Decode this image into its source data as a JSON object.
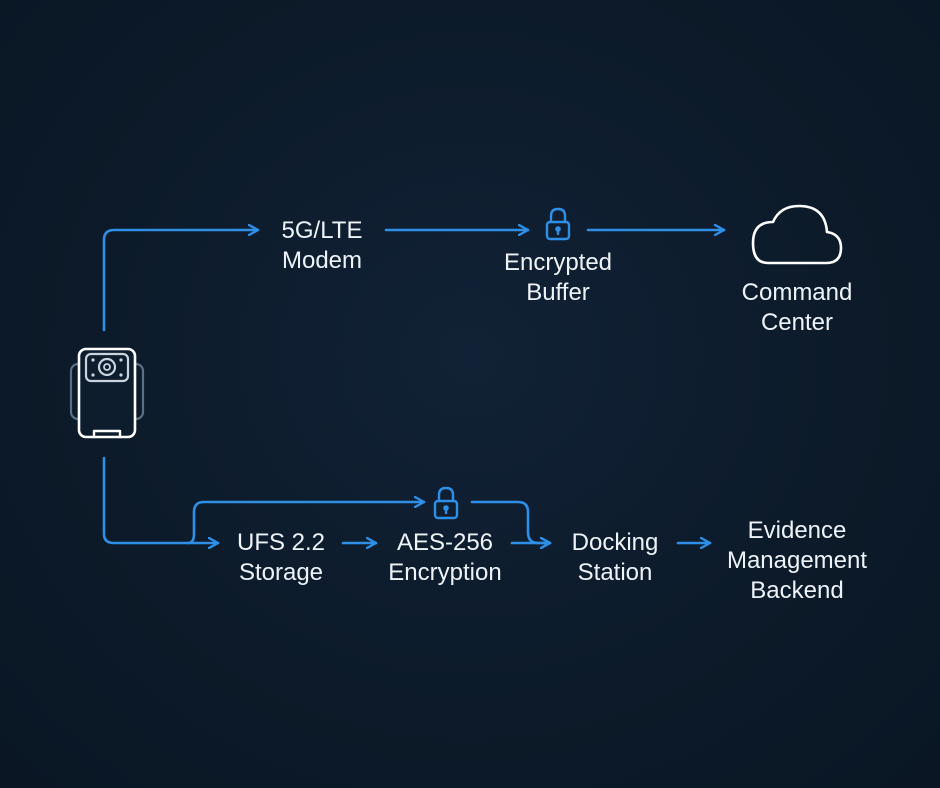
{
  "colors": {
    "background": "#0d1b2a",
    "flow_line": "#2f8fe6",
    "icon_stroke": "#ffffff",
    "text": "#eef3f8"
  },
  "icons": {
    "source": "body-camera-icon",
    "lock": "lock-icon",
    "destination": "cloud-icon"
  },
  "nodes": {
    "modem": {
      "line1": "5G/LTE",
      "line2": "Modem"
    },
    "buffer": {
      "line1": "Encrypted",
      "line2": "Buffer"
    },
    "command_center": {
      "line1": "Command",
      "line2": "Center"
    },
    "storage": {
      "line1": "UFS 2.2",
      "line2": "Storage"
    },
    "encryption": {
      "line1": "AES-256",
      "line2": "Encryption"
    },
    "docking": {
      "line1": "Docking",
      "line2": "Station"
    },
    "backend": {
      "line1": "Evidence",
      "line2": "Management",
      "line3": "Backend"
    }
  }
}
